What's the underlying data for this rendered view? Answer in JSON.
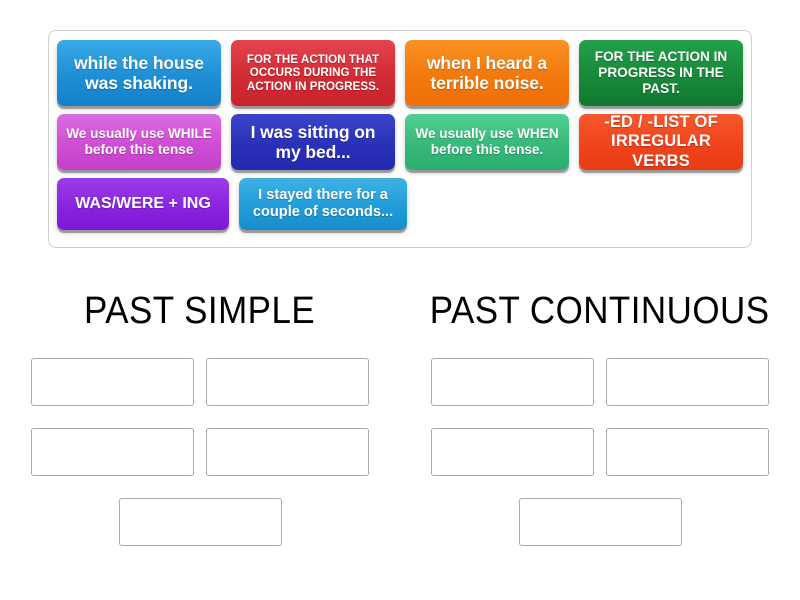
{
  "activity": {
    "type": "group-sort",
    "tray": {
      "rows": [
        [
          {
            "text": "while the house was shaking.",
            "color": "#1e8fd5",
            "style": "big",
            "size": "tall",
            "width": "w1"
          },
          {
            "text": "FOR THE ACTION THAT OCCURS DURING THE ACTION IN PROGRESS.",
            "color": "#d22b33",
            "style": "small-caps",
            "size": "tall",
            "width": "w1"
          },
          {
            "text": "when I heard a terrible noise.",
            "color": "#f2790e",
            "style": "big",
            "size": "tall",
            "width": "w1"
          },
          {
            "text": "FOR THE ACTION IN PROGRESS IN THE PAST.",
            "color": "#18893a",
            "style": "mid",
            "size": "tall",
            "width": "w1"
          }
        ],
        [
          {
            "text": "We usually use WHILE before this tense",
            "color": "#cf4dd4",
            "style": "mid",
            "size": "mid",
            "width": "w1"
          },
          {
            "text": "I was sitting on my bed...",
            "color": "#2a31b8",
            "style": "big",
            "size": "mid",
            "width": "w1"
          },
          {
            "text": "We usually use WHEN before this tense.",
            "color": "#38b87b",
            "style": "mid",
            "size": "mid",
            "width": "w1"
          },
          {
            "text": "-ED / -LIST OF IRREGULAR VERBS",
            "color": "#f0441c",
            "style": "bigcaps",
            "size": "mid",
            "width": "w1"
          }
        ],
        [
          {
            "text": "WAS/WERE + ING",
            "color": "#8a24e0",
            "style": "med",
            "size": "short",
            "width": "w1"
          },
          {
            "text": "I stayed there for a couple of seconds...",
            "color": "#229cd9",
            "style": "mid-caps",
            "size": "short",
            "width": "w2"
          }
        ]
      ]
    },
    "groups": [
      {
        "title": "PAST SIMPLE",
        "slots": [
          "",
          "",
          "",
          "",
          ""
        ]
      },
      {
        "title": "PAST CONTINUOUS",
        "slots": [
          "",
          "",
          "",
          "",
          ""
        ]
      }
    ]
  }
}
